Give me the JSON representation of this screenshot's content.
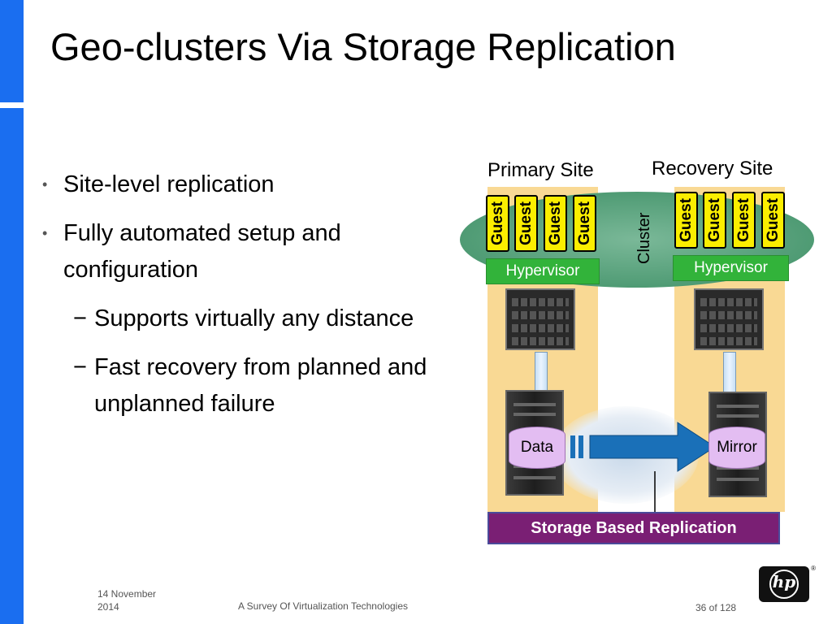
{
  "slide": {
    "title": "Geo-clusters Via Storage Replication",
    "bullets": [
      {
        "text": "Site-level replication"
      },
      {
        "text": "Fully automated setup and configuration"
      }
    ],
    "sub_bullets": [
      {
        "text": "Supports virtually any distance"
      },
      {
        "text": "Fast recovery from planned and unplanned failure"
      }
    ]
  },
  "diagram": {
    "primary_site_label": "Primary Site",
    "recovery_site_label": "Recovery Site",
    "cluster_label": "Cluster",
    "guest_label": "Guest",
    "hypervisor_label": "Hypervisor",
    "data_label": "Data",
    "mirror_label": "Mirror",
    "replication_label": "Storage Based Replication"
  },
  "footer": {
    "date": "14 November 2014",
    "presentation_title": "A Survey Of Virtualization Technologies",
    "page": "36 of 128"
  },
  "logo": {
    "text": "hp",
    "mark": "®"
  },
  "colors": {
    "accent_blue": "#1a6ef0",
    "site_background": "#f9d994",
    "cluster_green": "#4f9b74",
    "guest_yellow": "#fbee00",
    "hypervisor_green": "#32b33a",
    "replication_arrow_blue": "#1a70b8",
    "replication_bar": "#7a1f74",
    "disk_purple": "#e3bdf2"
  }
}
